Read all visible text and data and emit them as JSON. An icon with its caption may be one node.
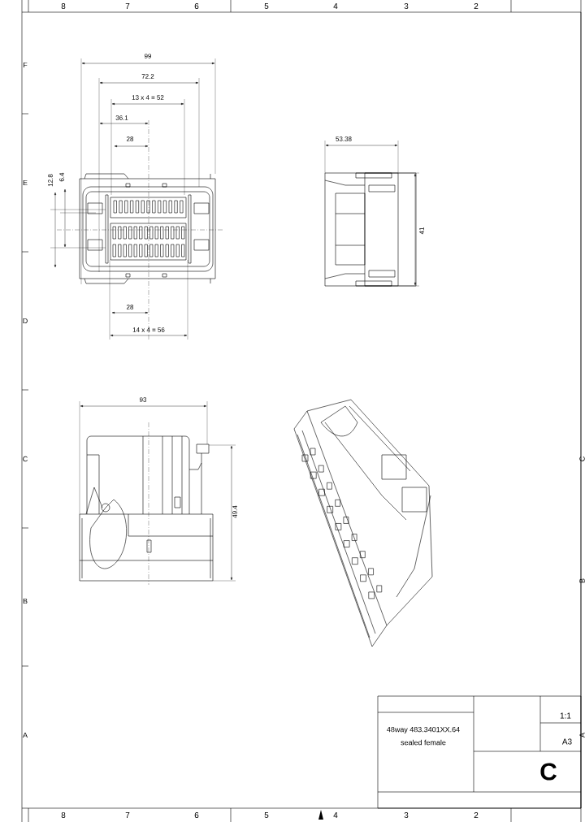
{
  "diagram": {
    "labels": [
      "8",
      "7",
      "6",
      "5",
      "4",
      "3",
      "2",
      "F",
      "E",
      "D",
      "C",
      "B",
      "A",
      "C",
      "B",
      "A",
      "99",
      "72.2",
      "13 x 4 = 52",
      "36.1",
      "28",
      "12.8",
      "6.4",
      "53.38",
      "41",
      "28",
      "14 x 4 = 56",
      "93",
      "49.4",
      "48way 483.3401XX.64",
      "sealed female",
      "1:1",
      "A3",
      "C",
      "8",
      "7",
      "6",
      "5",
      "4",
      "3",
      "2"
    ]
  }
}
